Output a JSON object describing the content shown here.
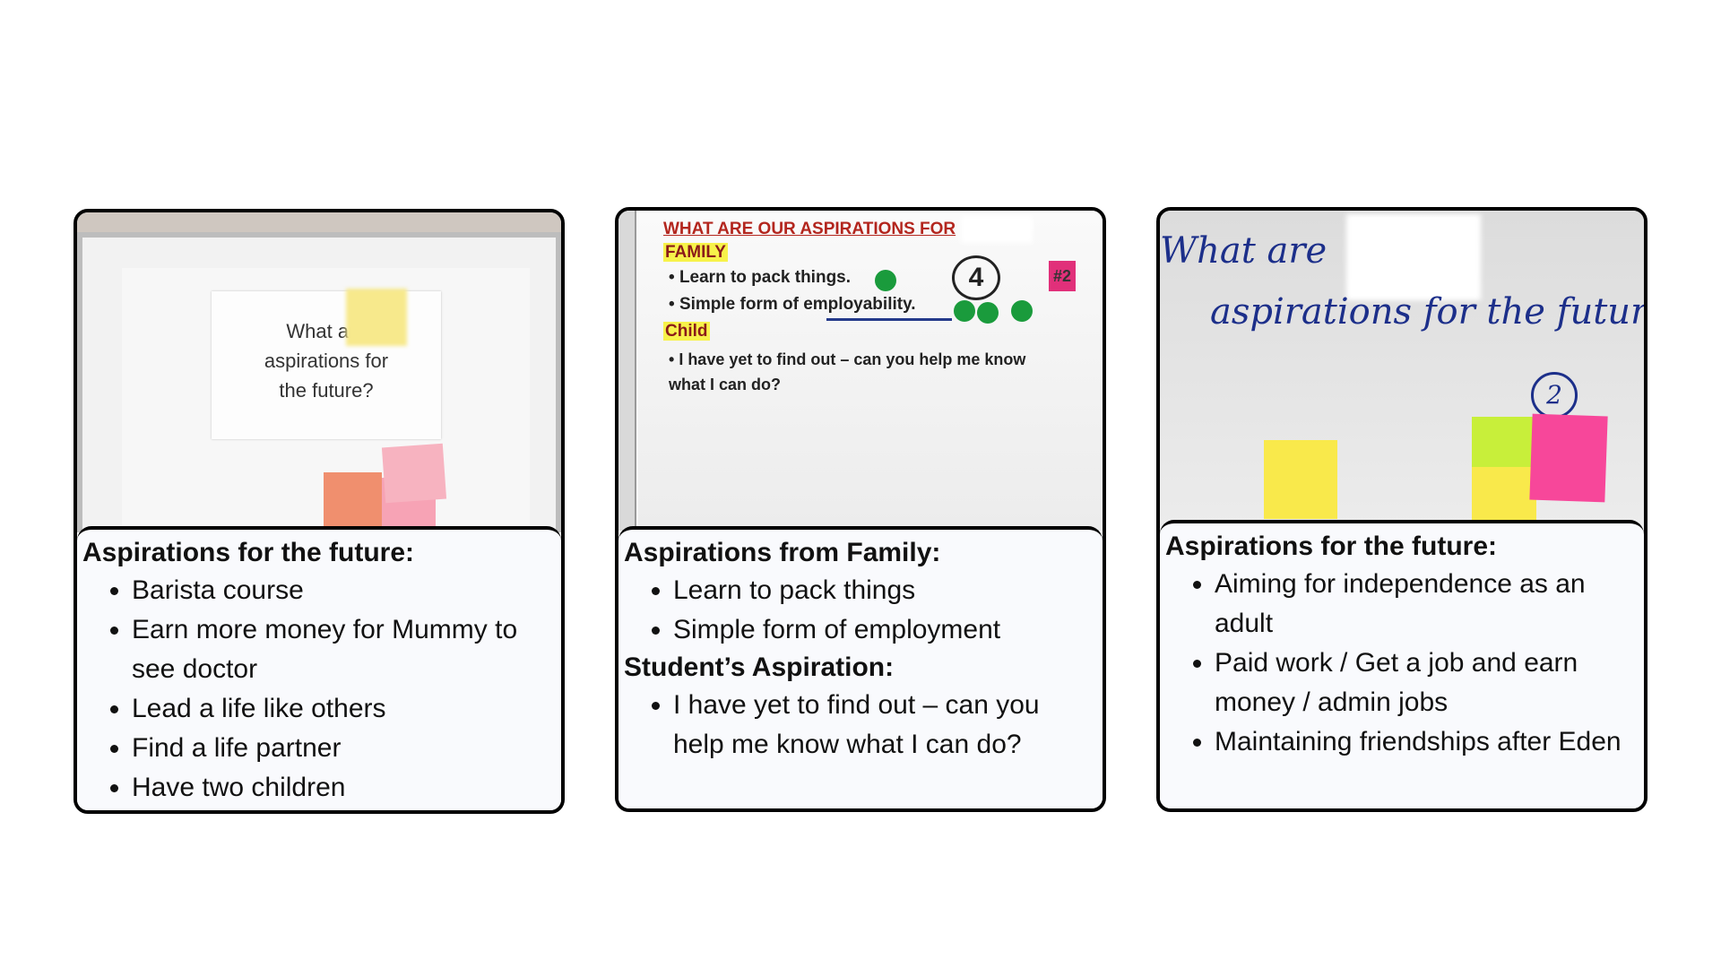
{
  "cards": [
    {
      "photo": {
        "sign_lines": [
          "What are",
          "aspirations for",
          "the future?"
        ]
      },
      "caption": {
        "heading": "Aspirations for the future:",
        "items": [
          "Barista course",
          "Earn more money for Mummy to see doctor",
          "Lead a life like others",
          "Find a life partner",
          "Have two children"
        ]
      }
    },
    {
      "photo": {
        "title": "WHAT ARE OUR ASPIRATIONS FOR",
        "family_label": "FAMILY",
        "family_items": [
          "Learn to pack things.",
          "Simple form of employability."
        ],
        "child_label": "Child",
        "child_item": "I have yet to find out – can you help me know what I can do?",
        "tag": "#2",
        "circled_number": "4"
      },
      "caption": {
        "heading1": "Aspirations from Family:",
        "items1": [
          "Learn to pack things",
          "Simple form of employment"
        ],
        "heading2": "Student’s Aspiration:",
        "items2": [
          "I have yet to find out – can you help me know what I can do?"
        ]
      }
    },
    {
      "photo": {
        "line1": "What are",
        "line2": "aspirations for the future?",
        "circled_number": "2"
      },
      "caption": {
        "heading": "Aspirations for the future:",
        "items": [
          "Aiming for independence as an adult",
          "Paid work / Get a job and earn money / admin jobs",
          "Maintaining friendships after Eden"
        ]
      }
    }
  ],
  "colors": {
    "border": "#000000",
    "caption_bg": "#f9fafd",
    "sticky_yellow": "#f9e94b",
    "sticky_pink": "#f7a3b5",
    "sticky_orange": "#f08f6e",
    "sticky_magenta": "#f7479a",
    "sticky_green": "#c8ef3a",
    "marker_blue": "#1c2f8a",
    "dot_green": "#1a9b3c"
  }
}
